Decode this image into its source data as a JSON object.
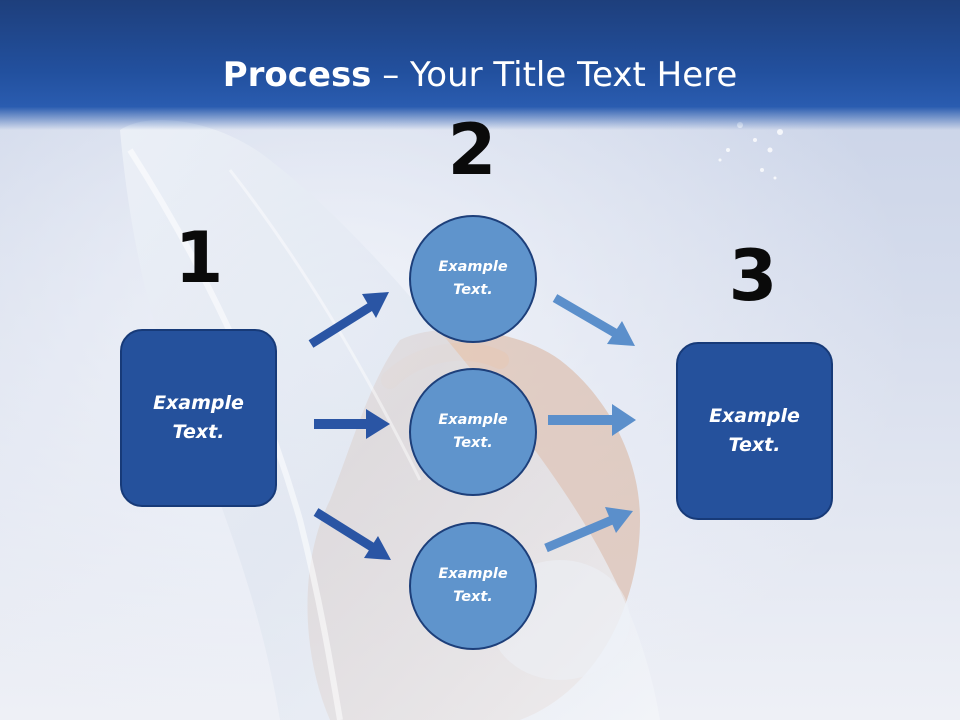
{
  "title": {
    "bold": "Process",
    "rest": " – Your Title Text Here"
  },
  "steps": {
    "one": {
      "number": "1",
      "text": "Example Text."
    },
    "two": {
      "number": "2",
      "items": [
        {
          "text": "Example Text."
        },
        {
          "text": "Example Text."
        },
        {
          "text": "Example Text."
        }
      ]
    },
    "three": {
      "number": "3",
      "text": "Example Text."
    }
  },
  "colors": {
    "title_bar": "#22509e",
    "box_fill": "#25519c",
    "circle_fill": "#5f94cc",
    "dark_arrow": "#2a55a4",
    "light_arrow": "#5b8fcb"
  }
}
